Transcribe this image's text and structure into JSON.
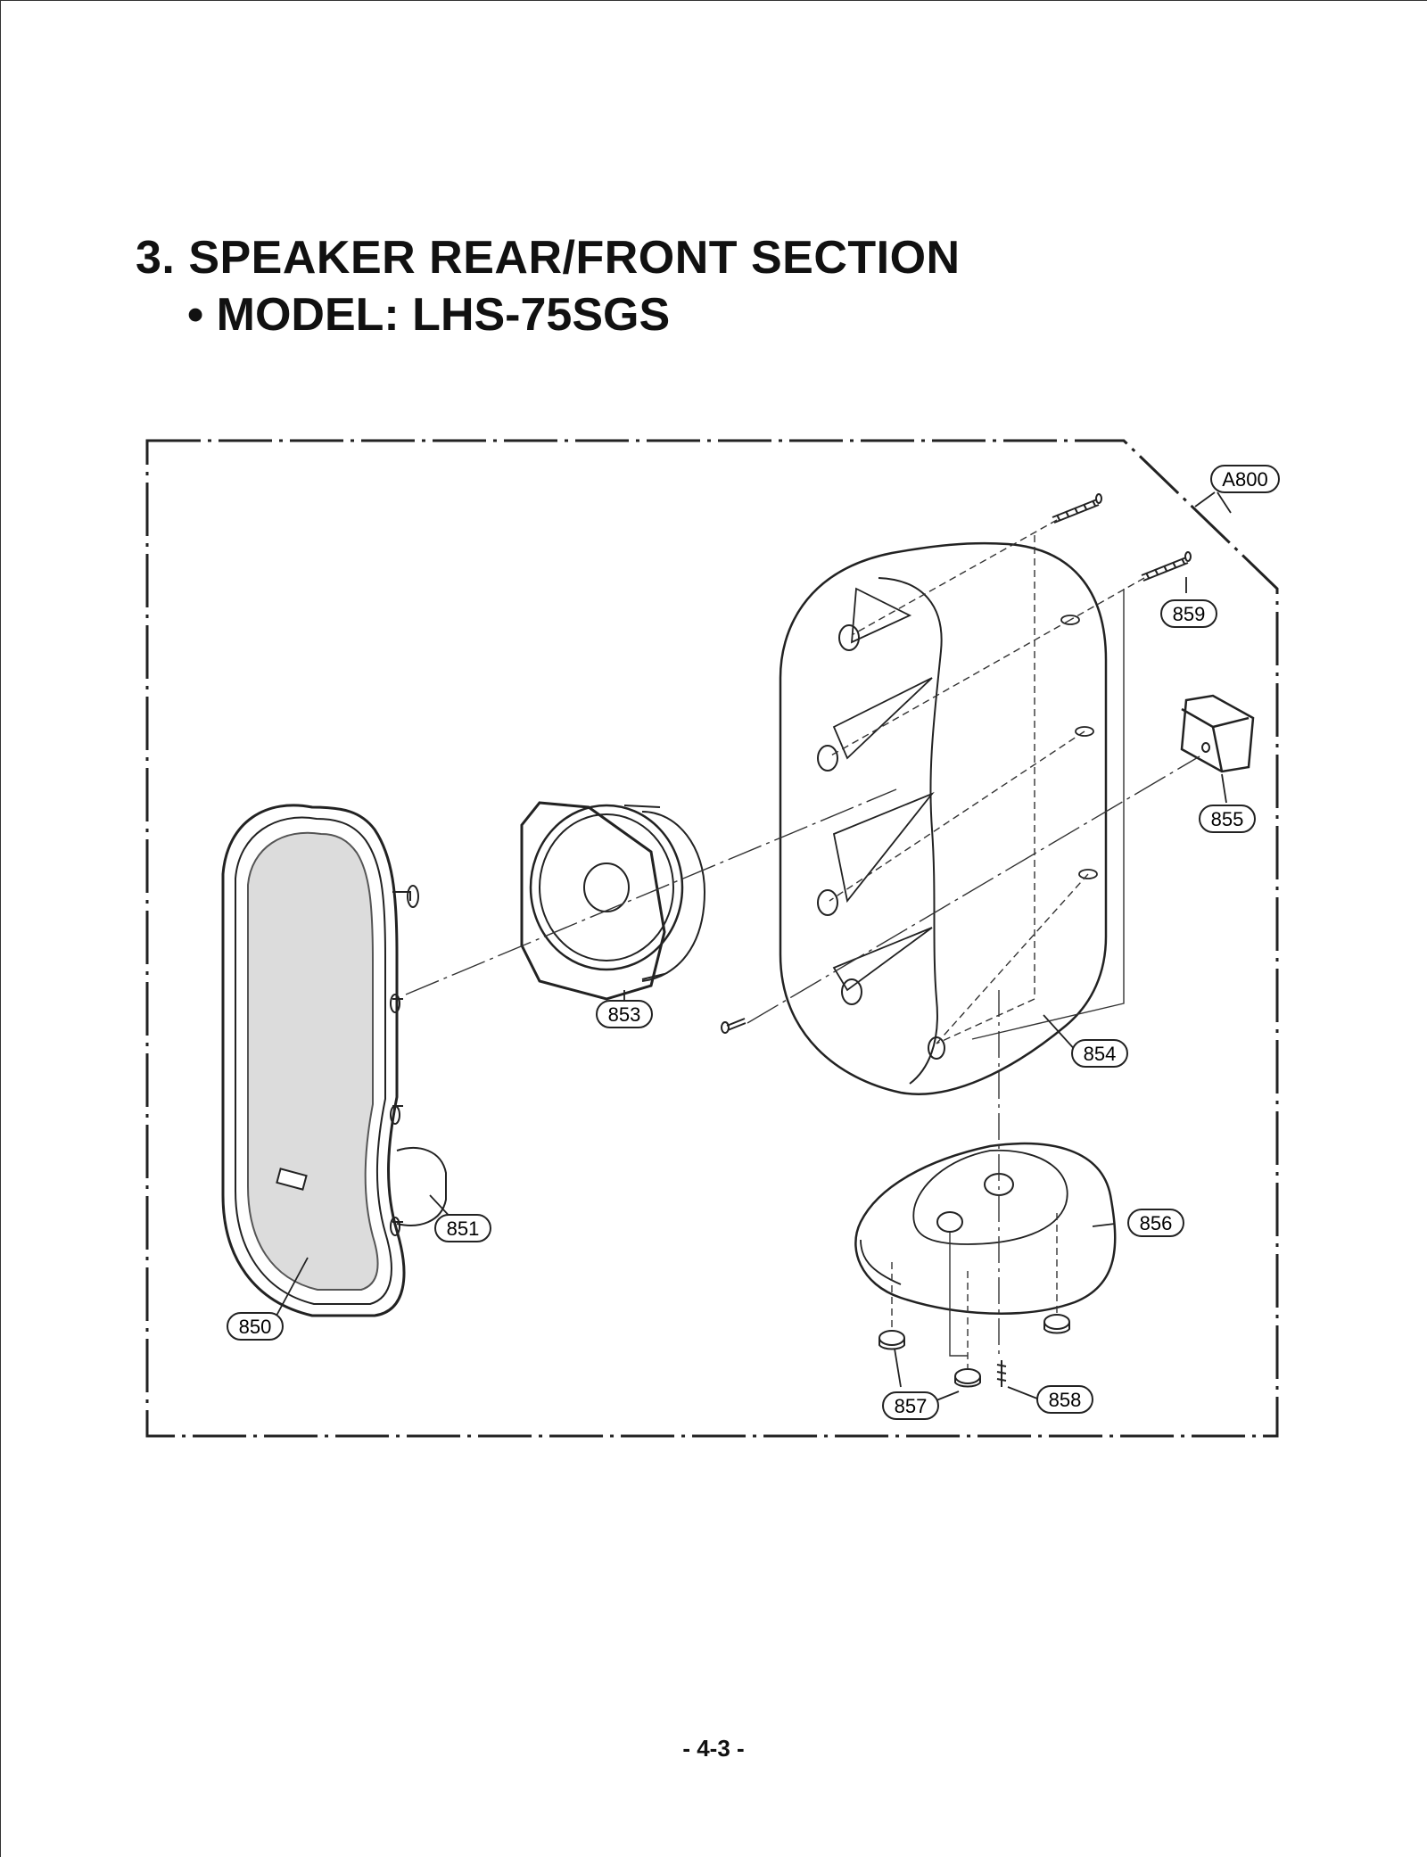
{
  "header": {
    "title": "3. SPEAKER REAR/FRONT SECTION",
    "subtitle": "• MODEL: LHS-75SGS"
  },
  "diagram": {
    "assembly_label": "A800",
    "parts": [
      {
        "id": "p850",
        "label": "850"
      },
      {
        "id": "p851",
        "label": "851"
      },
      {
        "id": "p853",
        "label": "853"
      },
      {
        "id": "p854",
        "label": "854"
      },
      {
        "id": "p855",
        "label": "855"
      },
      {
        "id": "p856",
        "label": "856"
      },
      {
        "id": "p857",
        "label": "857"
      },
      {
        "id": "p858",
        "label": "858"
      },
      {
        "id": "p859",
        "label": "859"
      }
    ]
  },
  "footer": {
    "page_number": "- 4-3 -"
  }
}
